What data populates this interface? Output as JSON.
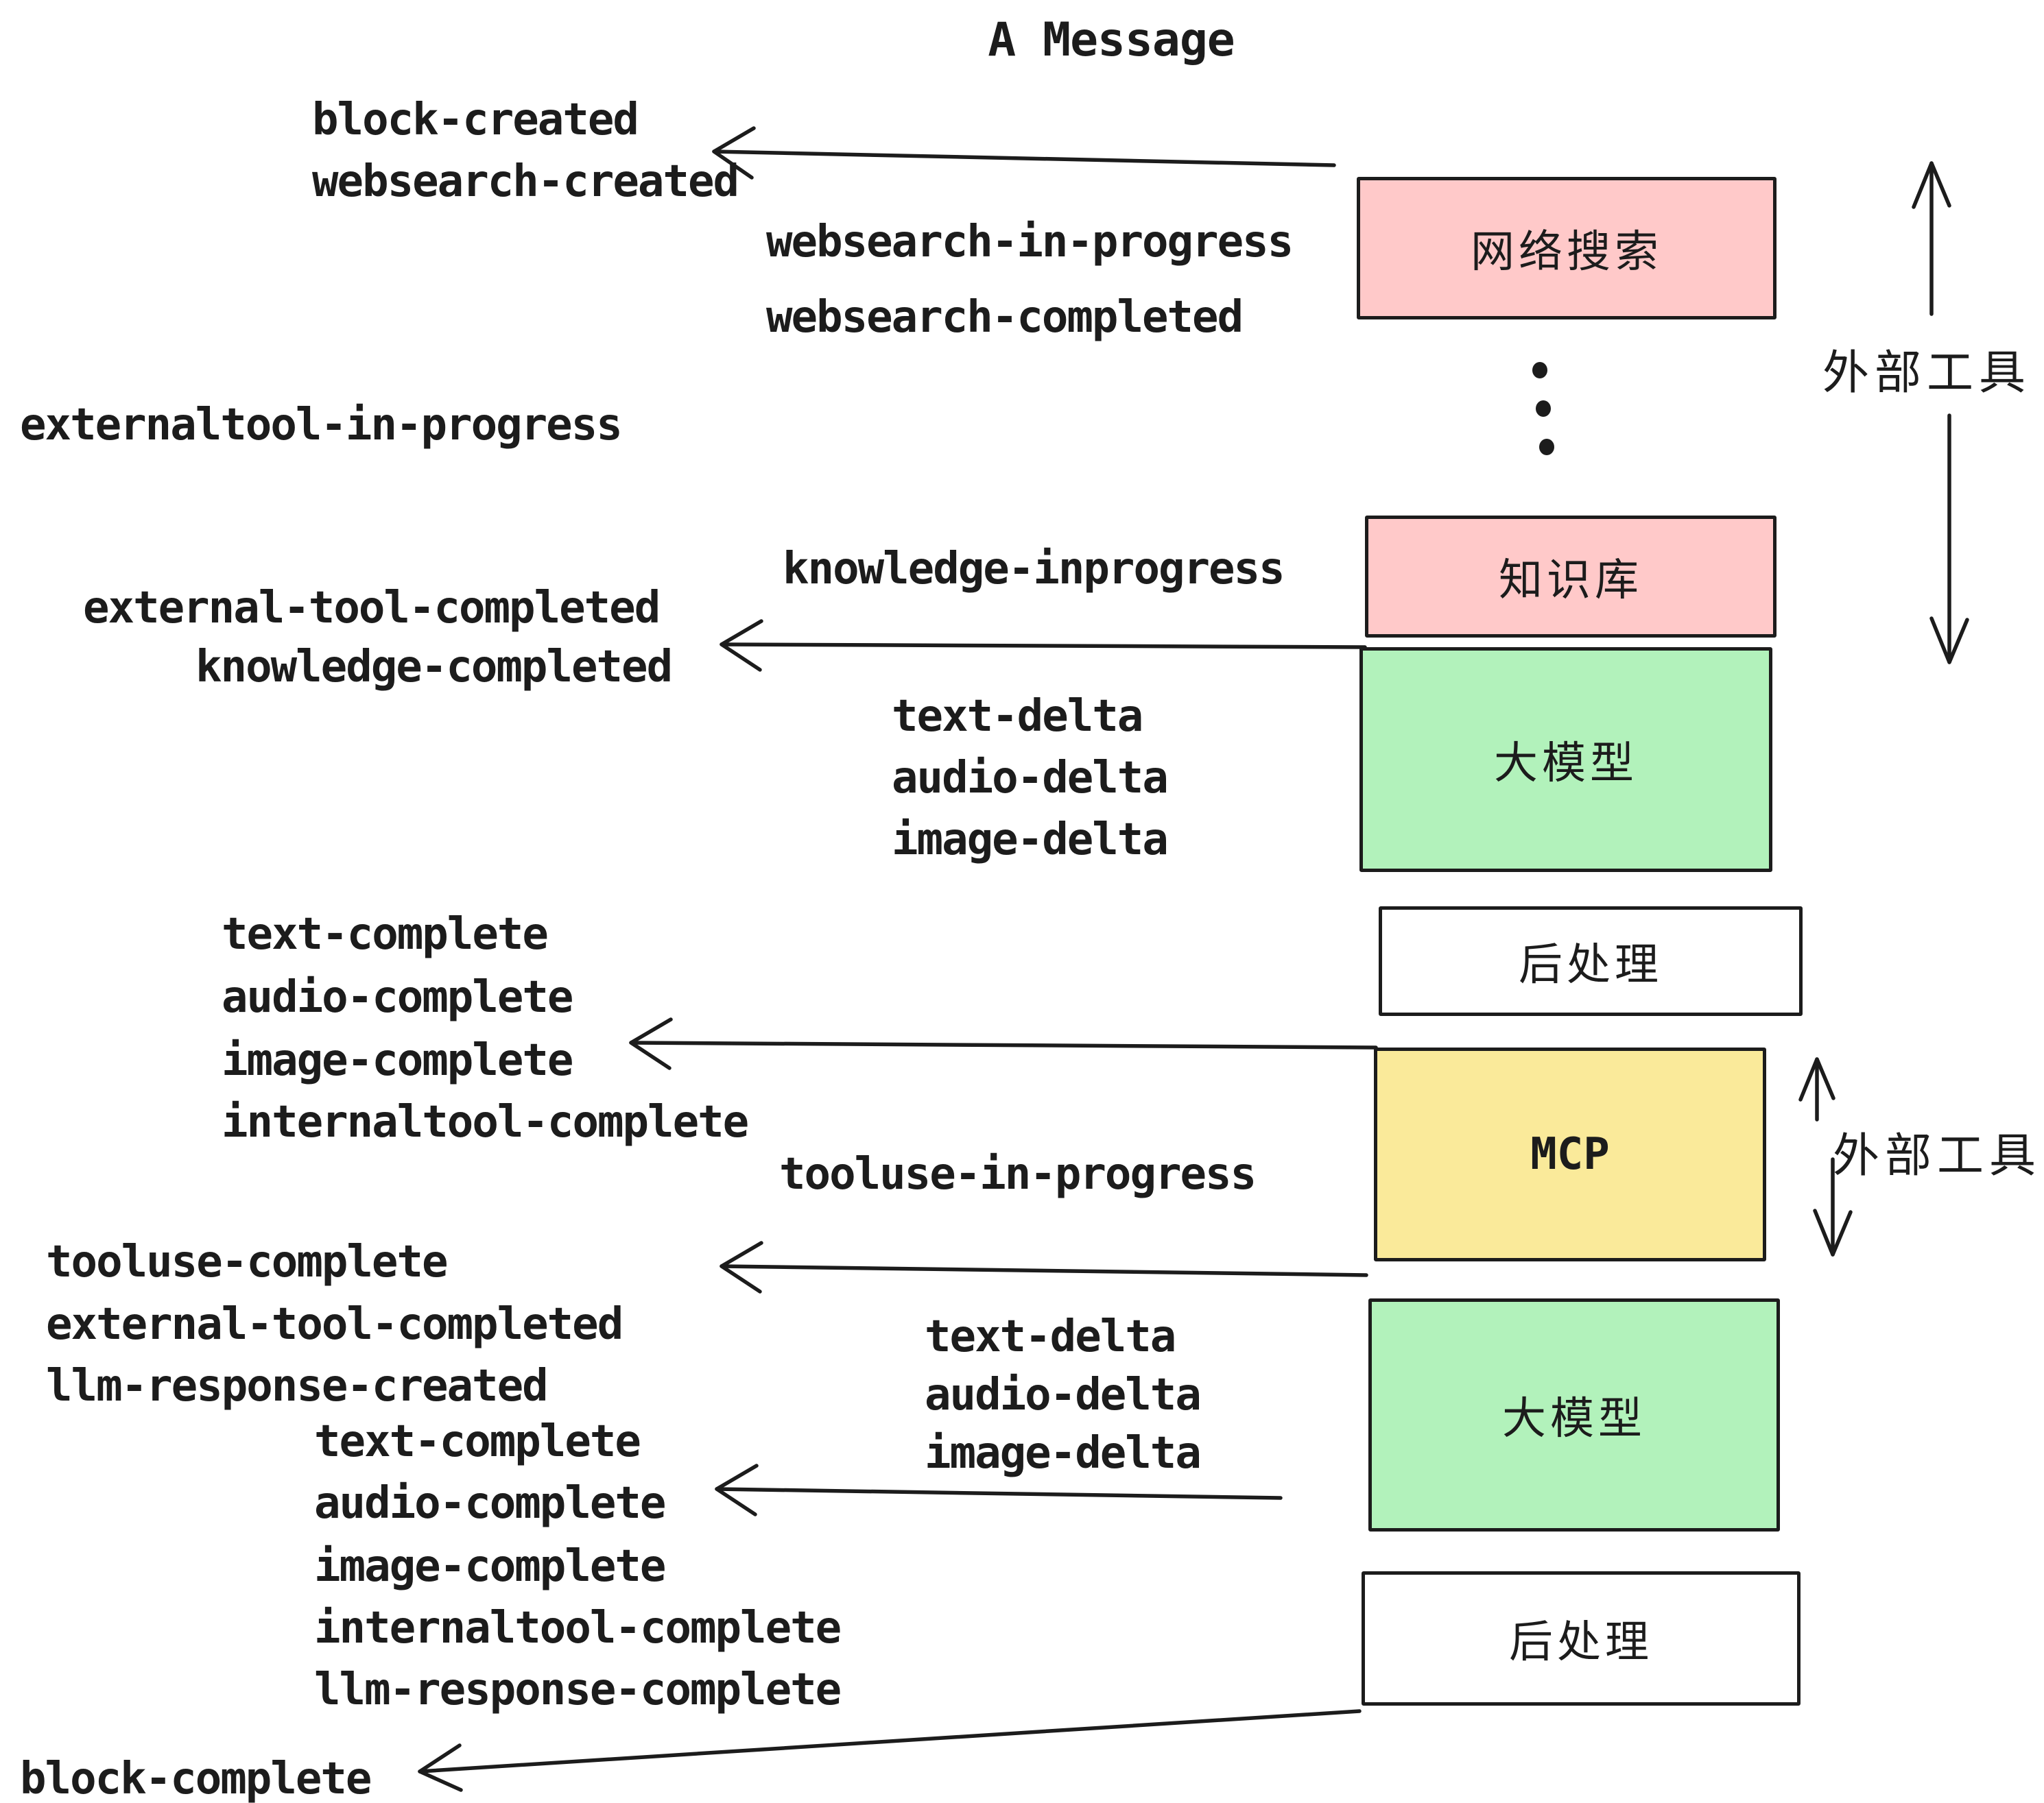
{
  "title": "A Message",
  "colors": {
    "box_pink": "#FFC9C9",
    "box_green": "#B2F2BB",
    "box_yellow": "#FAEA9A",
    "box_white": "#FFFFFF",
    "stroke": "#1C1C1C",
    "background": "#FFFFFF"
  },
  "pipeline": {
    "websearch_box": "网络搜索",
    "knowledge_box": "知识库",
    "llm_box_top": "大模型",
    "postprocess_box_top": "后处理",
    "mcp_box": "MCP",
    "llm_box_bottom": "大模型",
    "postprocess_box_bottom": "后处理"
  },
  "annotations": {
    "external_tools_top": "外部工具",
    "external_tools_mcp": "外部工具"
  },
  "events": {
    "block_created": "block-created",
    "websearch_created": "websearch-created",
    "websearch_in_progress": "websearch-in-progress",
    "websearch_completed": "websearch-completed",
    "externaltool_in_progress": "externaltool-in-progress",
    "knowledge_inprogress": "knowledge-inprogress",
    "external_tool_completed": "external-tool-completed",
    "knowledge_completed": "knowledge-completed",
    "text_delta": "text-delta",
    "audio_delta": "audio-delta",
    "image_delta": "image-delta",
    "text_complete": "text-complete",
    "audio_complete": "audio-complete",
    "image_complete": "image-complete",
    "internaltool_complete": "internaltool-complete",
    "tooluse_in_progress": "tooluse-in-progress",
    "tooluse_complete": "tooluse-complete",
    "external_tool_completed_2": "external-tool-completed",
    "llm_response_created": "llm-response-created",
    "text_delta_2": "text-delta",
    "audio_delta_2": "audio-delta",
    "image_delta_2": "image-delta",
    "text_complete_2": "text-complete",
    "audio_complete_2": "audio-complete",
    "image_complete_2": "image-complete",
    "internaltool_complete_2": "internaltool-complete",
    "llm_response_complete": "llm-response-complete",
    "block_complete": "block-complete"
  }
}
